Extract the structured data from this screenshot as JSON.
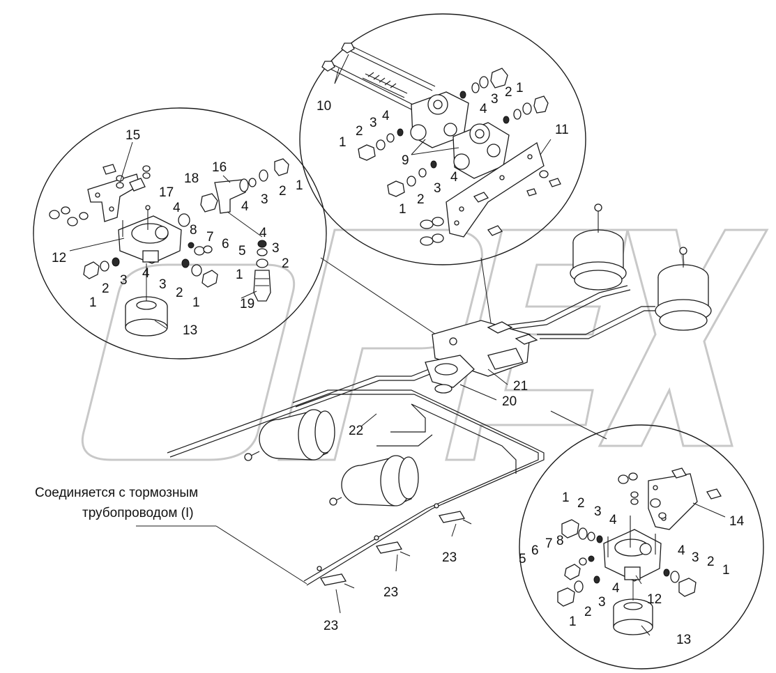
{
  "watermark": "OPEX",
  "note": {
    "line1": "Соединяется с тормозным",
    "line2": "трубопроводом (I)"
  },
  "callouts": {
    "c10": "10",
    "c1a": "1",
    "c2a": "2",
    "c3a": "3",
    "c4a": "4",
    "c9": "9",
    "c4b": "4",
    "c3b": "3",
    "c2b": "2",
    "c1b": "1",
    "c11": "11",
    "c4c": "4",
    "c3c": "3",
    "c2c": "2",
    "c1c": "1",
    "c15": "15",
    "c16": "16",
    "c17": "17",
    "c18": "18",
    "c12a": "12",
    "c8a": "8",
    "c7a": "7",
    "c6a": "6",
    "c5a": "5",
    "c4d": "4",
    "c3d": "3",
    "c2d": "2",
    "c1d": "1",
    "c4e": "4",
    "c3e": "3",
    "c2e": "2",
    "c1e": "1",
    "c4f": "4",
    "c3f": "3",
    "c2f": "2",
    "c1f": "1",
    "c4g": "4",
    "c3g": "3",
    "c2g": "2",
    "c1g": "1",
    "c19": "19",
    "c13a": "13",
    "c21": "21",
    "c20": "20",
    "c22": "22",
    "c23a": "23",
    "c23b": "23",
    "c23c": "23",
    "c14": "14",
    "c1h": "1",
    "c2h": "2",
    "c3h": "3",
    "c4h": "4",
    "c8b": "8",
    "c7b": "7",
    "c6b": "6",
    "c5b": "5",
    "c4i": "4",
    "c3i": "3",
    "c2i": "2",
    "c1i": "1",
    "c12b": "12",
    "c4j": "4",
    "c3j": "3",
    "c2j": "2",
    "c1j": "1",
    "c13b": "13"
  }
}
